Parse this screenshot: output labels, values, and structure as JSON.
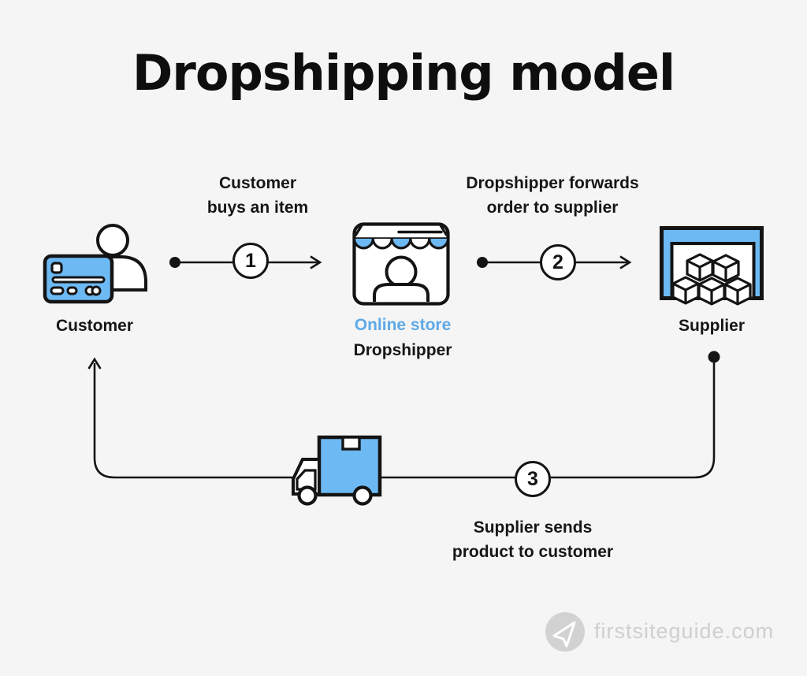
{
  "title": "Dropshipping model",
  "colors": {
    "background": "#f5f5f6",
    "line": "#141414",
    "accent_blue": "#6db9f4",
    "store_label_blue": "#5ea9e6",
    "watermark_gray": "#d2d2d2"
  },
  "nodes": {
    "customer": {
      "label": "Customer",
      "icon": "customer-card-icon"
    },
    "store": {
      "label_primary": "Online store",
      "label_secondary": "Dropshipper",
      "icon": "online-store-icon"
    },
    "supplier": {
      "label": "Supplier",
      "icon": "warehouse-boxes-icon"
    }
  },
  "steps": [
    {
      "number": "1",
      "lines": [
        "Customer",
        "buys an item"
      ]
    },
    {
      "number": "2",
      "lines": [
        "Dropshipper forwards",
        "order to supplier"
      ]
    },
    {
      "number": "3",
      "lines": [
        "Supplier sends",
        "product to customer"
      ]
    }
  ],
  "transport": {
    "icon": "delivery-truck-icon"
  },
  "watermark": {
    "text": "firstsiteguide.com",
    "icon": "paper-plane-icon"
  }
}
